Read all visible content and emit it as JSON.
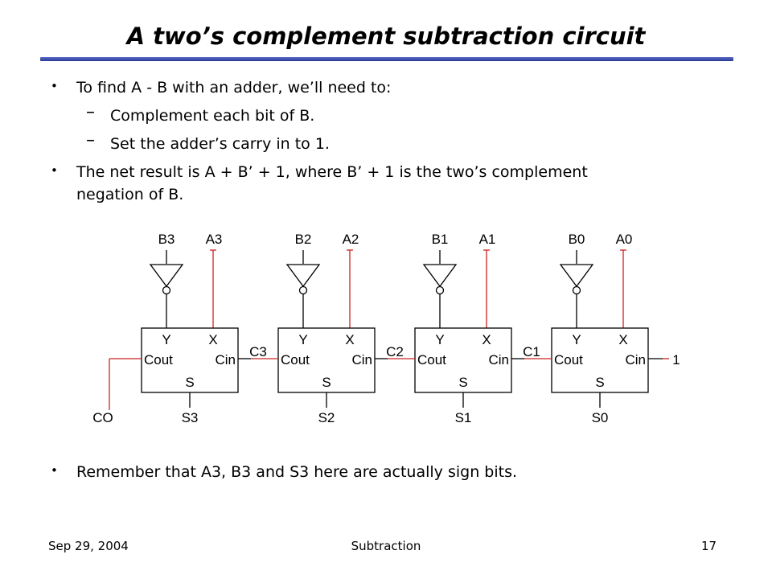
{
  "slide": {
    "title": "A two’s complement subtraction circuit",
    "bullets": [
      "To find A - B with an adder, we’ll need to:",
      "The net result is A + B’ + 1, where B’ + 1 is the two’s complement",
      "negation of B.",
      "Remember that A3, B3 and S3 here are actually sign bits."
    ],
    "sub_bullets": [
      "Complement each bit of B.",
      "Set the adder’s carry in to 1."
    ],
    "bullet_glyph": "•",
    "dash_glyph": "–"
  },
  "diagram": {
    "adders": [
      {
        "b": "B3",
        "a": "A3",
        "s": "S3",
        "y": "Y",
        "x": "X",
        "cout": "Cout",
        "cin": "Cin",
        "sum": "S"
      },
      {
        "b": "B2",
        "a": "A2",
        "s": "S2",
        "y": "Y",
        "x": "X",
        "cout": "Cout",
        "cin": "Cin",
        "sum": "S"
      },
      {
        "b": "B1",
        "a": "A1",
        "s": "S1",
        "y": "Y",
        "x": "X",
        "cout": "Cout",
        "cin": "Cin",
        "sum": "S"
      },
      {
        "b": "B0",
        "a": "A0",
        "s": "S0",
        "y": "Y",
        "x": "X",
        "cout": "Cout",
        "cin": "Cin",
        "sum": "S"
      }
    ],
    "carries": [
      "C3",
      "C2",
      "C1"
    ],
    "carry_out": "CO",
    "carry_in": "1"
  },
  "footer": {
    "date": "Sep 29, 2004",
    "topic": "Subtraction",
    "page": "17"
  },
  "colors": {
    "wire_red": "#cc2222",
    "rule_blue": "#3a4aa8"
  }
}
